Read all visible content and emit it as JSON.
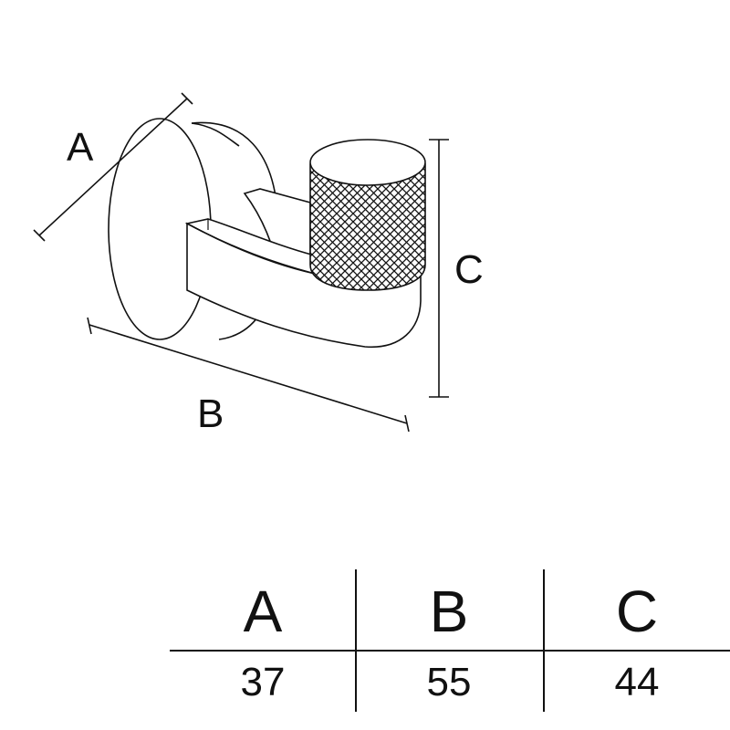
{
  "dimensions": {
    "label_a": "A",
    "label_b": "B",
    "label_c": "C"
  },
  "table": {
    "headers": [
      "A",
      "B",
      "C"
    ],
    "values": [
      "37",
      "55",
      "44"
    ]
  }
}
